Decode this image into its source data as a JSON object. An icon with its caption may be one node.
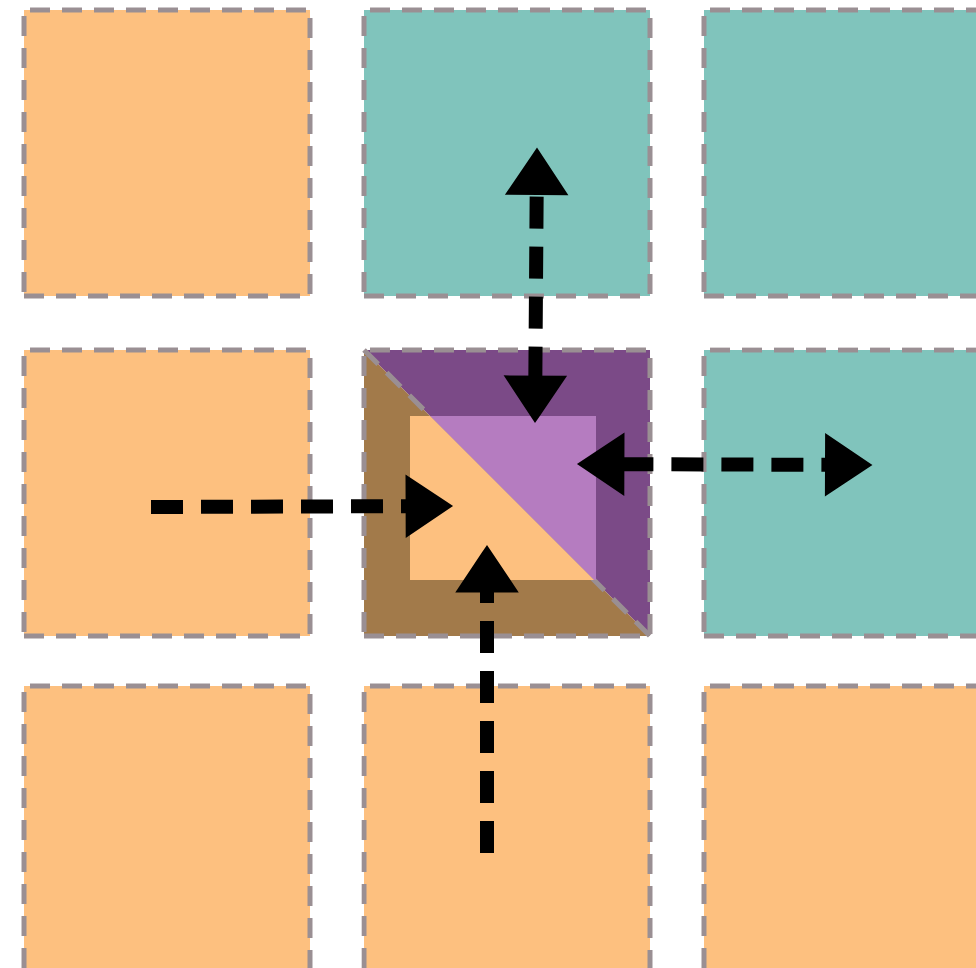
{
  "diagram": {
    "nodes": [
      {
        "text": [],
        "shape": "box"
      },
      {
        "text": [],
        "shape": "box"
      },
      {
        "text": [],
        "shape": "box"
      },
      {
        "text": [],
        "shape": "box"
      },
      {
        "text": [],
        "shape": "box"
      },
      {
        "text": [],
        "shape": "box"
      },
      {
        "text": [],
        "shape": "box"
      },
      {
        "text": [],
        "shape": "box"
      },
      {
        "text": [],
        "shape": "box"
      },
      {
        "text": [],
        "shape": "box",
        "in": 4
      }
    ],
    "edges": [
      {
        "from": 3,
        "to": 9,
        "arrow": "to"
      },
      {
        "from": 7,
        "to": 9,
        "arrow": "to"
      },
      {
        "from": 9,
        "to": 1,
        "arrow": "both"
      },
      {
        "from": 9,
        "to": 5,
        "arrow": "both"
      }
    ]
  }
}
